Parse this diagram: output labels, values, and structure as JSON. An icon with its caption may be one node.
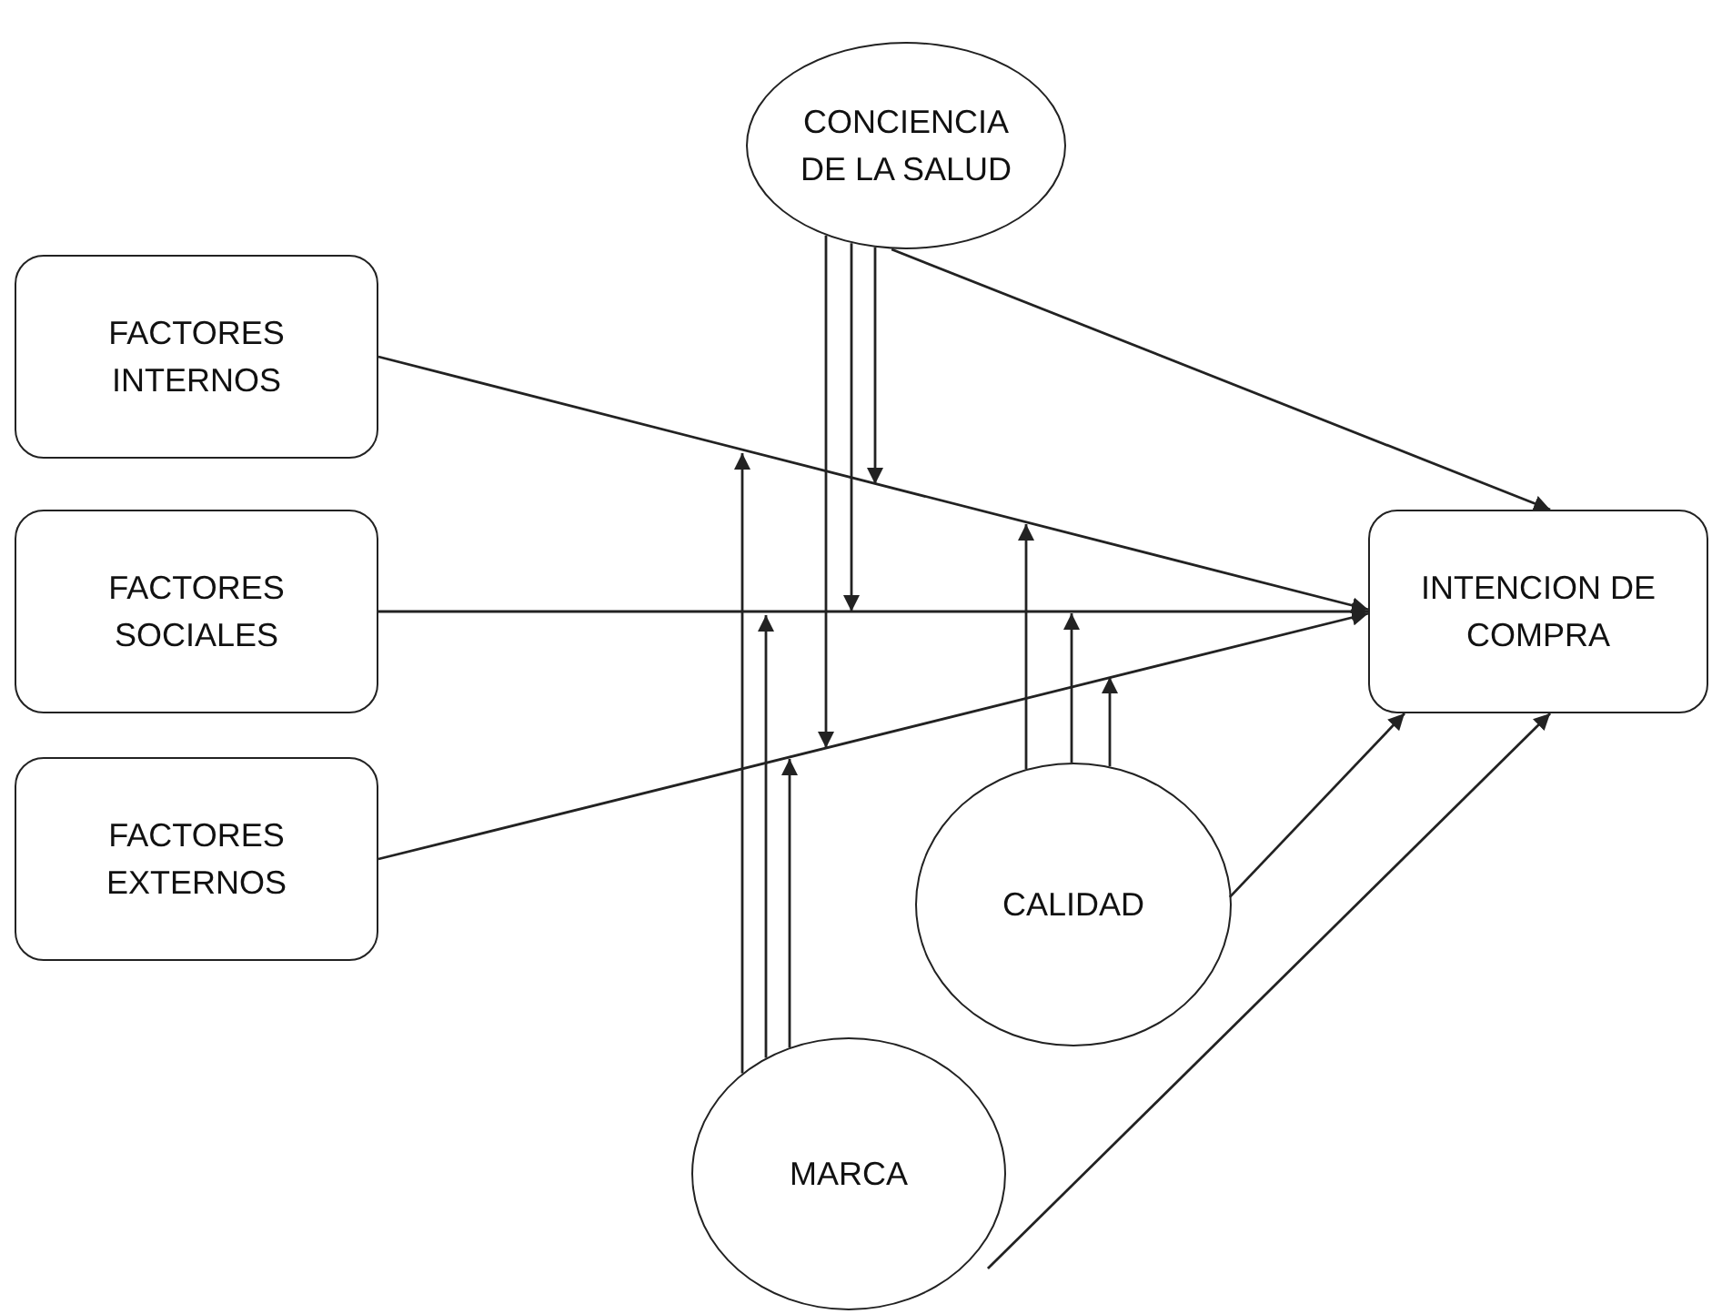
{
  "diagram": {
    "nodes": [
      {
        "text": [
          "CONCIENCIA DE LA SALUD"
        ]
      },
      {
        "text": [
          "FACTORES INTERNOS"
        ]
      },
      {
        "text": [
          "FACTORES SOCIALES"
        ]
      },
      {
        "text": [
          "INTENCION DE COMPRA"
        ]
      },
      {
        "text": [
          "FACTORES EXTERNOS"
        ]
      },
      {
        "text": [
          "CALIDAD"
        ]
      },
      {
        "text": [
          "MARCA"
        ]
      }
    ],
    "edges": [
      {
        "from": 1,
        "to": 3,
        "arrow": "to"
      },
      {
        "from": 2,
        "to": 3,
        "arrow": "to"
      },
      {
        "from": 4,
        "to": 3,
        "arrow": "to"
      },
      {
        "from": 0,
        "to": 3,
        "arrow": "to"
      },
      {
        "from": 5,
        "to": 3,
        "arrow": "to"
      },
      {
        "from": 6,
        "to": 3,
        "arrow": "to"
      },
      {
        "from": 0,
        "to": null,
        "arrow": "to"
      },
      {
        "from": 0,
        "to": null,
        "arrow": "to"
      },
      {
        "from": 0,
        "to": null,
        "arrow": "to"
      },
      {
        "from": 5,
        "to": null,
        "arrow": "to"
      },
      {
        "from": 5,
        "to": null,
        "arrow": "to"
      },
      {
        "from": 5,
        "to": null,
        "arrow": "to"
      },
      {
        "from": 6,
        "to": null,
        "arrow": "to"
      },
      {
        "from": 6,
        "to": null,
        "arrow": "to"
      },
      {
        "from": 6,
        "to": null,
        "arrow": "to"
      }
    ]
  }
}
